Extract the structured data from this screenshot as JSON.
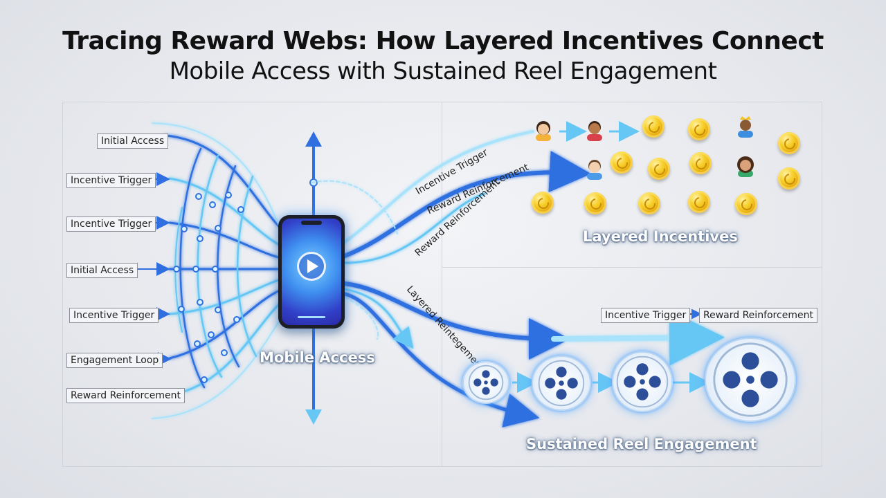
{
  "title": {
    "line1": "Tracing Reward Webs: How Layered Incentives Connect",
    "line2": "Mobile Access with Sustained Reel Engagement"
  },
  "left_labels": [
    "Initial Access",
    "Incentive Trigger",
    "Incentive Trigger",
    "Initial Access",
    "Incentive Trigger",
    "Engagement Loop",
    "Reward Reinforcement"
  ],
  "flow_labels": {
    "upper_1": "Incentive Trigger",
    "upper_2": "Reward Reinforcement",
    "upper_3": "Reward Reinforcement",
    "lower_1": "Layered Reintegement"
  },
  "hub_label": "Mobile Access",
  "incentives_label": "Layered Incentives",
  "engagement_label": "Sustained Reel Engagement",
  "engagement_chain": {
    "step1": "Incentive Trigger",
    "step2": "Reward Reinforcement"
  },
  "colors": {
    "deep_blue": "#2f6fe0",
    "light_blue": "#66c7f5",
    "coin_gold": "#f2c21f",
    "background": "#e9ebef"
  },
  "icons": {
    "hub": "smartphone-play-icon",
    "incentive": "gold-coin-icon",
    "user": "user-avatar-icon",
    "reel": "film-reel-icon"
  }
}
